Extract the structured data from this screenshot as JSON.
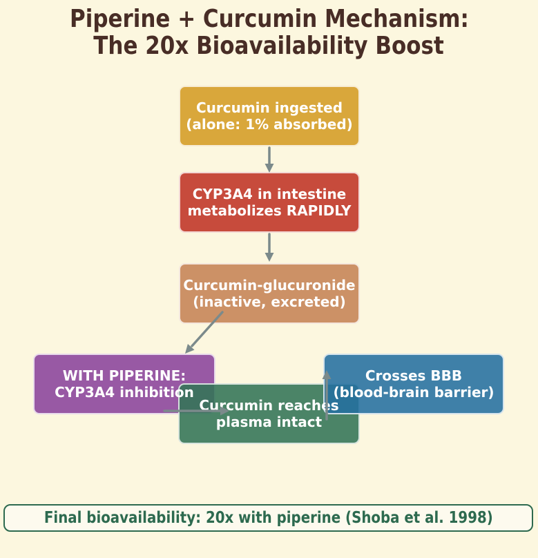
{
  "title": {
    "line1": "Piperine + Curcumin Mechanism:",
    "line2": "The 20x Bioavailability Boost"
  },
  "boxes": [
    {
      "name": "curcumin-ingested",
      "line1": "Curcumin ingested",
      "line2": "(alone: 1% absorbed)",
      "color": "#d9a73b"
    },
    {
      "name": "cyp3a4-metabolism",
      "line1": "CYP3A4 in intestine",
      "line2": "metabolizes RAPIDLY",
      "color": "#c74b3c"
    },
    {
      "name": "curcumin-glucuronide",
      "line1": "Curcumin-glucuronide",
      "line2": "(inactive, excreted)",
      "color": "#cc9166"
    },
    {
      "name": "with-piperine",
      "line1": "WITH PIPERINE:",
      "line2": "CYP3A4 inhibition",
      "color": "#9859a4"
    },
    {
      "name": "plasma-intact",
      "line1": "Curcumin reaches",
      "line2": "plasma intact",
      "color": "rgba(50,116,86,0.88)"
    },
    {
      "name": "crosses-bbb",
      "line1": "Crosses BBB",
      "line2": "(blood-brain barrier)",
      "color": "rgba(36,111,160,0.88)"
    }
  ],
  "flow": [
    {
      "from": "curcumin-ingested",
      "to": "cyp3a4-metabolism"
    },
    {
      "from": "cyp3a4-metabolism",
      "to": "curcumin-glucuronide"
    },
    {
      "from": "curcumin-glucuronide",
      "to": "with-piperine"
    },
    {
      "from": "with-piperine",
      "to": "plasma-intact"
    },
    {
      "from": "plasma-intact",
      "to": "crosses-bbb"
    }
  ],
  "footer": {
    "text": "Final bioavailability: 20x with piperine (Shoba et al. 1998)"
  },
  "colors": {
    "background": "#fcf7df",
    "title_text": "#482d26",
    "box_text": "#ffffff",
    "arrow": "#7b8a8b",
    "footer_text": "#2d6a4f",
    "footer_border": "#2d6a4f",
    "footer_background": "#fdfaee"
  }
}
